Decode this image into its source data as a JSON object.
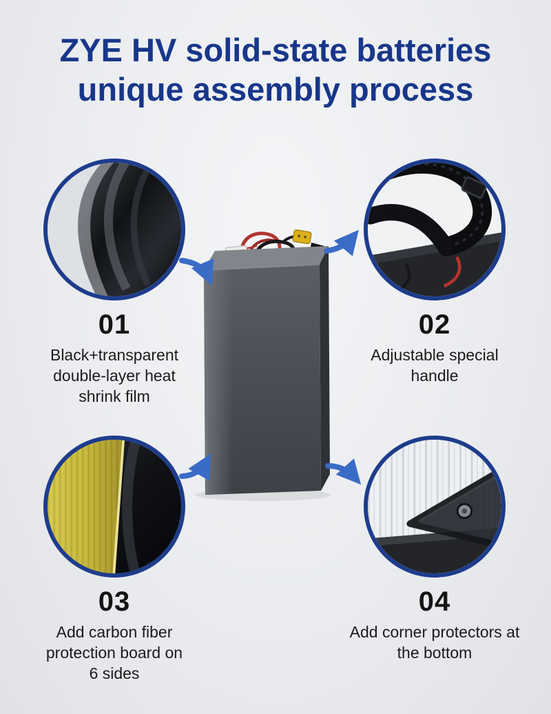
{
  "title": {
    "line1": "ZYE HV solid-state batteries",
    "line2": "unique assembly process"
  },
  "steps": [
    {
      "number": "01",
      "caption": "Black+transparent double-layer heat shrink film"
    },
    {
      "number": "02",
      "caption": "Adjustable special handle"
    },
    {
      "number": "03",
      "caption": "Add carbon fiber protection board on 6 sides"
    },
    {
      "number": "04",
      "caption": "Add corner protectors at the bottom"
    }
  ],
  "colors": {
    "title_text": "#18378a",
    "circle_border": "#1d3c8c",
    "arrow": "#3a6cc6",
    "background": "#eaecef",
    "step_text": "#1b1b1b"
  }
}
